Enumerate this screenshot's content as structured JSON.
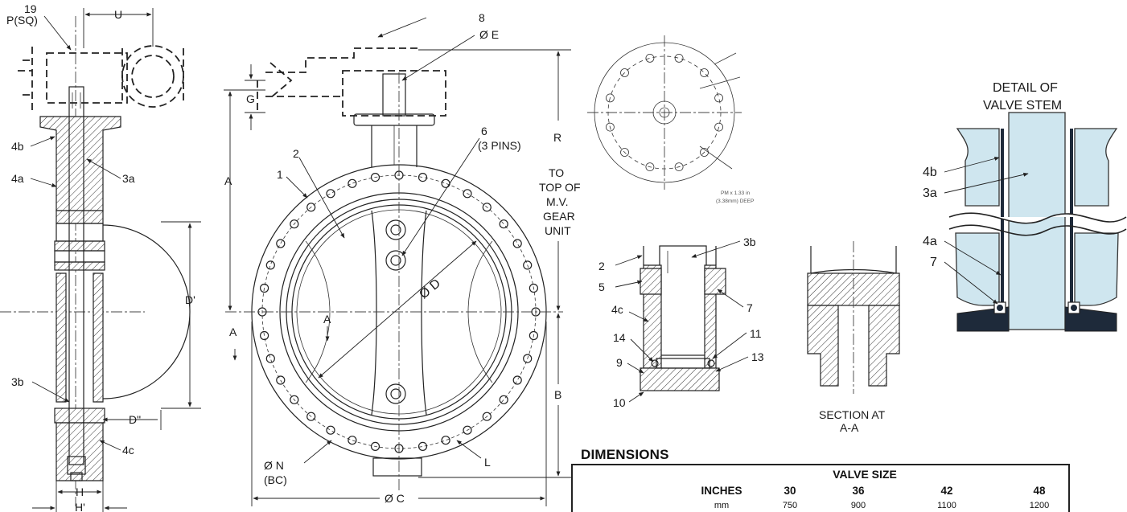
{
  "labels": {
    "p_sq": "P(SQ)",
    "n19": "19",
    "u": "U",
    "n8": "8",
    "dia_e": "Ø E",
    "g": "G",
    "a": "A",
    "n4b": "4b",
    "n4a": "4a",
    "n3a": "3a",
    "n3b": "3b",
    "n4c": "4c",
    "d_prime": "D'",
    "d_dprime": "D\"",
    "h": "H",
    "h_prime": "H'",
    "n2": "2",
    "n1": "1",
    "n6": "6",
    "three_pins": "(3 PINS)",
    "dia_d": "Ø D",
    "section_a_left": "A",
    "section_a_right": "A",
    "dia_n": "Ø N",
    "bc": "(BC)",
    "dia_c": "Ø C",
    "l": "L",
    "r": "R",
    "to": "TO",
    "top_of": "TOP OF",
    "mv": "M.V.",
    "gear": "GEAR",
    "unit": "UNIT",
    "b": "B",
    "sec_2": "2",
    "sec_5": "5",
    "sec_4c": "4c",
    "sec_14": "14",
    "sec_9": "9",
    "sec_10": "10",
    "sec_3b": "3b",
    "sec_7": "7",
    "sec_11": "11",
    "sec_13": "13",
    "section_at": "SECTION AT",
    "a_a": "A-A",
    "detail_line1": "DETAIL OF",
    "detail_line2": "VALVE STEM",
    "det_4b": "4b",
    "det_3a": "3a",
    "det_4a": "4a",
    "det_7": "7",
    "top_note1": "PM x 1.33 in",
    "top_note2": "(3.38mm) DEEP"
  },
  "dimensions": {
    "title": "DIMENSIONS",
    "header": "VALVE SIZE",
    "row_inches_label": "INCHES",
    "row_mm_label": "mm",
    "inches": [
      "30",
      "36",
      "42",
      "48"
    ],
    "mm": [
      "750",
      "900",
      "1100",
      "1200"
    ]
  },
  "colors": {
    "line": "#222222",
    "stem_fill": "#cfe6ef",
    "seat_fill": "#1e2a3a"
  }
}
